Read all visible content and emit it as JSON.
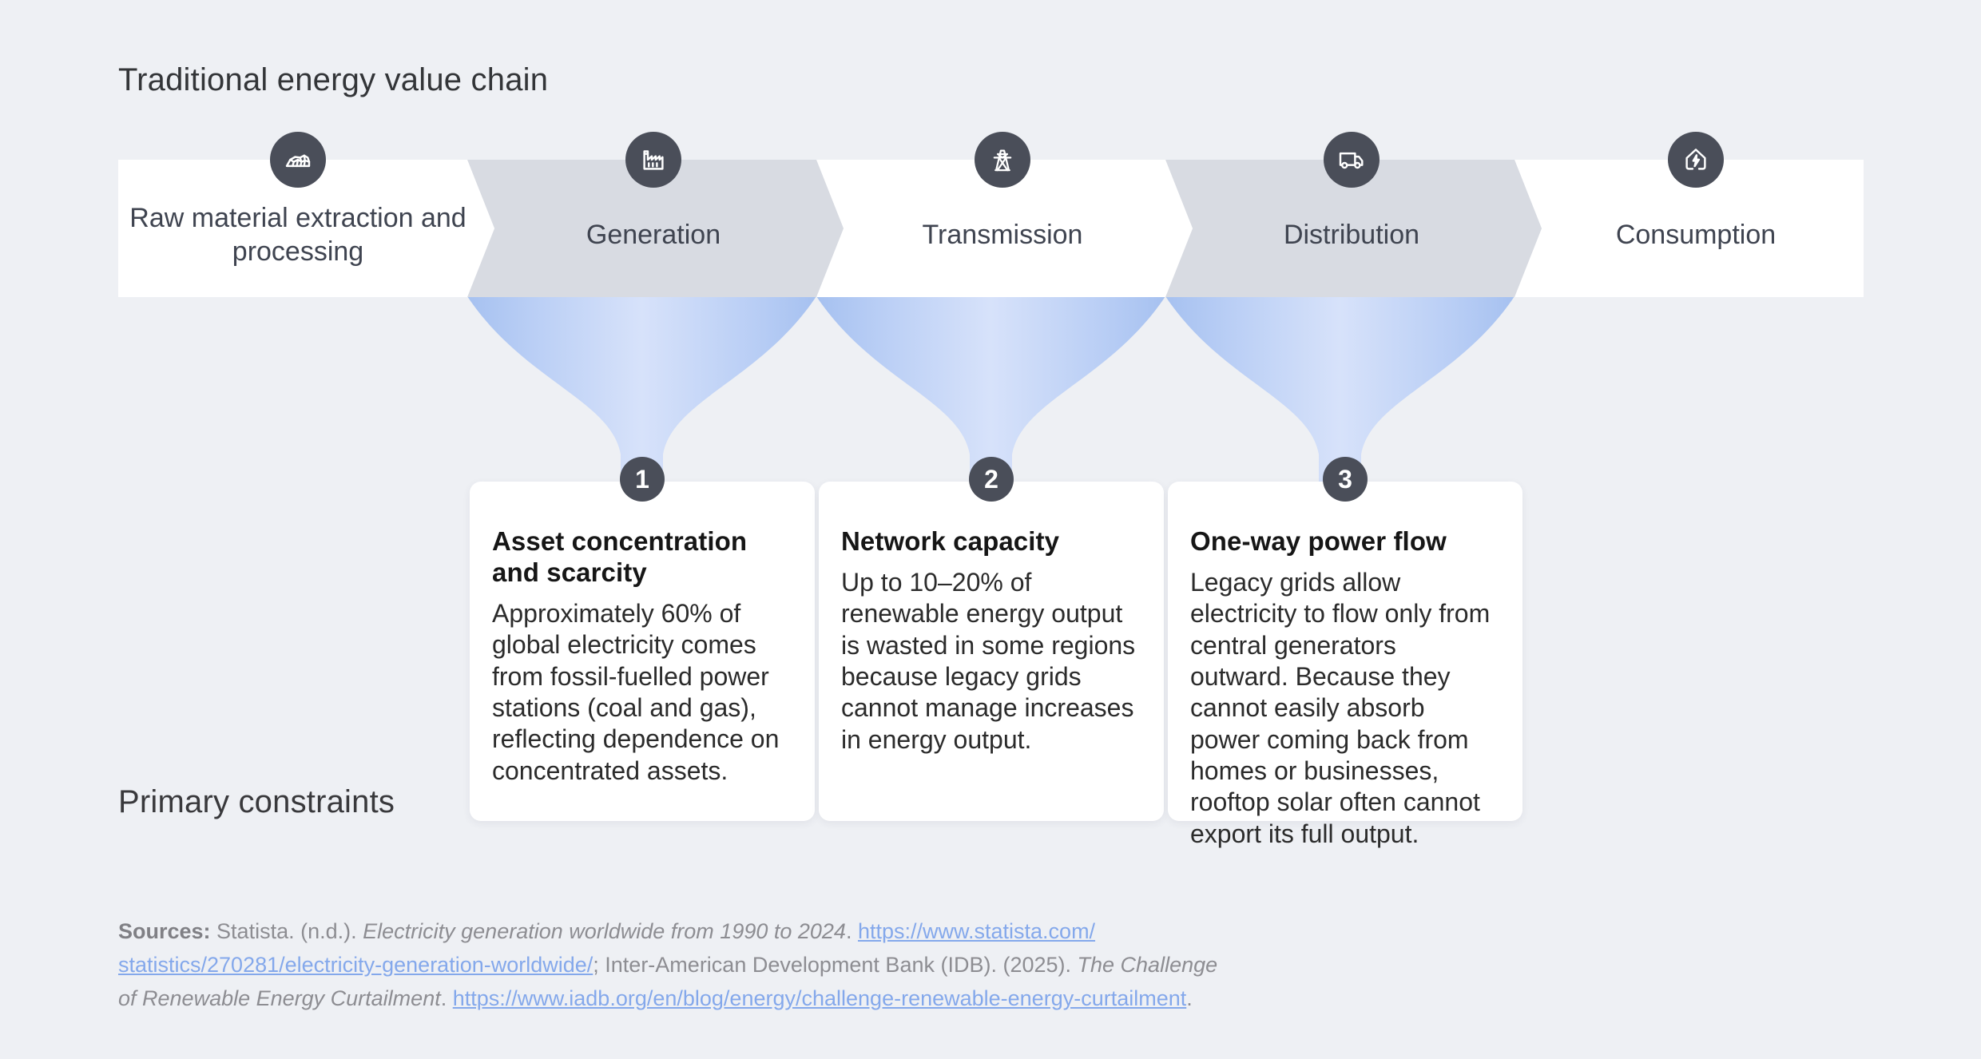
{
  "title": "Traditional energy value chain",
  "colors": {
    "background": "#eef0f4",
    "segment_white": "#ffffff",
    "segment_gray": "#d8dbe2",
    "icon_circle": "#4a4e59",
    "funnel_edge": "#a6c1f0",
    "funnel_center": "#d7e2fa",
    "card_background": "#ffffff",
    "link": "#84a8eb",
    "body_text": "#2b2b2b",
    "sources_text": "#8d8d92"
  },
  "value_chain": {
    "stages": [
      {
        "label": "Raw material extraction and processing",
        "icon": "coal-pile-icon",
        "variant": "white"
      },
      {
        "label": "Generation",
        "icon": "factory-icon",
        "variant": "gray"
      },
      {
        "label": "Transmission",
        "icon": "transmission-tower-icon",
        "variant": "white"
      },
      {
        "label": "Distribution",
        "icon": "truck-icon",
        "variant": "gray"
      },
      {
        "label": "Consumption",
        "icon": "home-energy-icon",
        "variant": "white"
      }
    ]
  },
  "constraints_heading": "Primary constraints",
  "constraints": [
    {
      "number": "1",
      "title": "Asset concentration and scarcity",
      "body": "Approximately 60% of global electricity comes from fossil-fuelled power stations (coal and gas), reflecting dependence on concentrated assets."
    },
    {
      "number": "2",
      "title": "Network capacity",
      "body": "Up to 10–20% of renewable energy output is wasted in some regions because legacy grids cannot manage increases in energy output."
    },
    {
      "number": "3",
      "title": "One-way power flow",
      "body": "Legacy grids allow electricity to flow only from central generators outward. Because they cannot easily absorb power coming back from homes or businesses, rooftop solar often cannot export its full output."
    }
  ],
  "sources": {
    "label": "Sources: ",
    "s1": "Statista. (n.d.). ",
    "work1_italic": "Electricity generation worldwide from 1990 to 2024",
    "s2": ". ",
    "link1_line1": "https://www.statista.com/",
    "link1_line2": "statistics/270281/electricity-generation-worldwide/",
    "s3": "; Inter-American Development Bank (IDB). (2025). ",
    "work2_italic_line2": "The Challenge",
    "work2_italic_line3": "of Renewable Energy Curtailment",
    "s4": ". ",
    "link2": "https://www.iadb.org/en/blog/energy/challenge-renewable-energy-curtailment",
    "s5": "."
  }
}
